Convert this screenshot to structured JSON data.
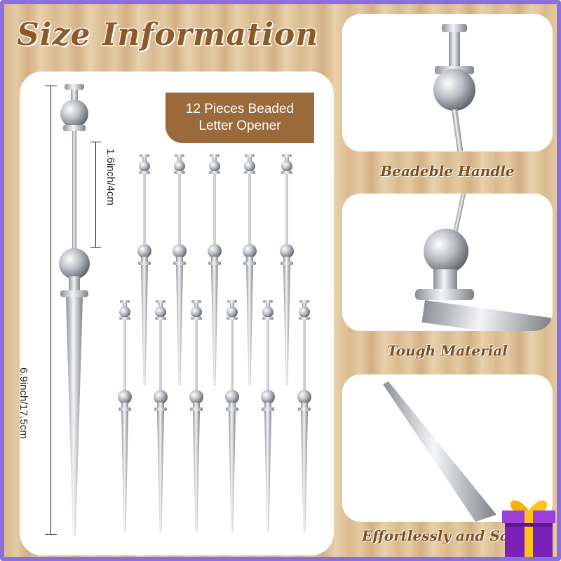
{
  "title": "Size Information",
  "badge": {
    "line1": "12 Pieces Beaded",
    "line2": "Letter Opener"
  },
  "dimensions": {
    "total": "6.9inch/17.5cm",
    "handle": "1.6inch/4cm"
  },
  "captions": {
    "handle": "Beadeble Handle",
    "material": "Tough Material",
    "effort": "Effortlessly and Sa"
  },
  "colors": {
    "frame": "#8b6fe0",
    "accent": "#9a6a3a",
    "title": "#8a5a28",
    "metal": "#c9ccd1"
  },
  "icons": {
    "gift": "gift-box-icon"
  }
}
